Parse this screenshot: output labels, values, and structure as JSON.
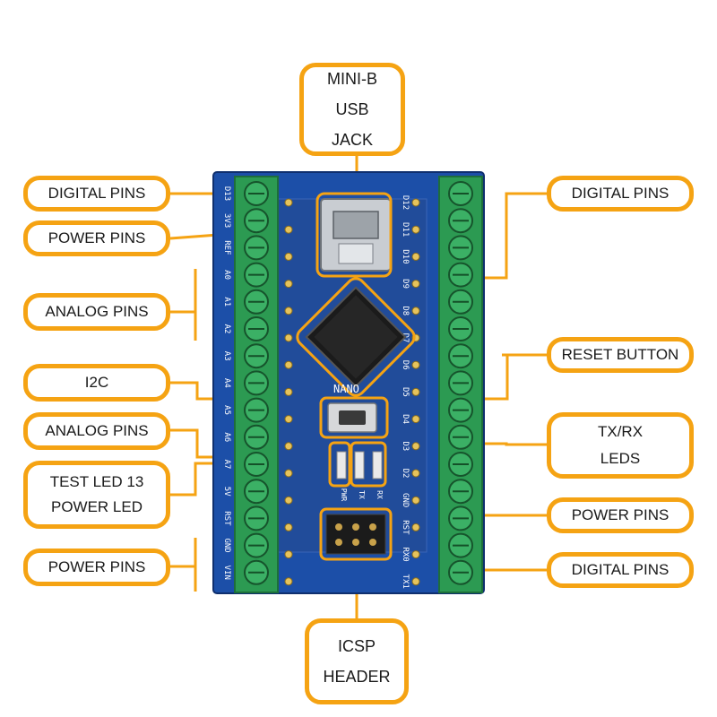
{
  "diagram": {
    "labels": {
      "digital_pins_top_left": "DIGITAL PINS",
      "power_pins_top_left": "POWER PINS",
      "analog_pins_left": "ANALOG PINS",
      "i2c": "I2C",
      "analog_pins_left_2": "ANALOG PINS",
      "test_led_13": "TEST LED 13",
      "power_led": "POWER LED",
      "power_pins_bottom_left": "POWER PINS",
      "usb_line1": "MINI-B",
      "usb_line2": "USB",
      "usb_line3": "JACK",
      "digital_pins_top_right": "DIGITAL PINS",
      "reset_button": "RESET BUTTON",
      "txrx_line1": "TX/RX",
      "txrx_line2": "LEDS",
      "power_pins_right": "POWER PINS",
      "digital_pins_bottom_right": "DIGITAL PINS",
      "icsp_line1": "ICSP",
      "icsp_line2": "HEADER"
    },
    "board": {
      "chip_label": "NANO",
      "left_pin_labels": [
        "D13",
        "3V3",
        "REF",
        "A0",
        "A1",
        "A2",
        "A3",
        "A4",
        "A5",
        "A6",
        "A7",
        "5V",
        "RST",
        "GND",
        "VIN"
      ],
      "right_pin_labels": [
        "D12",
        "D11",
        "D10",
        "D9",
        "D8",
        "D7",
        "D6",
        "D5",
        "D4",
        "D3",
        "D2",
        "GND",
        "RST",
        "RX0",
        "TX1"
      ],
      "led_labels": [
        "PWR",
        "TX",
        "RX"
      ]
    },
    "colors": {
      "callout_border": "#f5a313",
      "board": "#1c4fa8",
      "terminal": "#2c9a52",
      "chip": "#1b1b1b"
    }
  }
}
